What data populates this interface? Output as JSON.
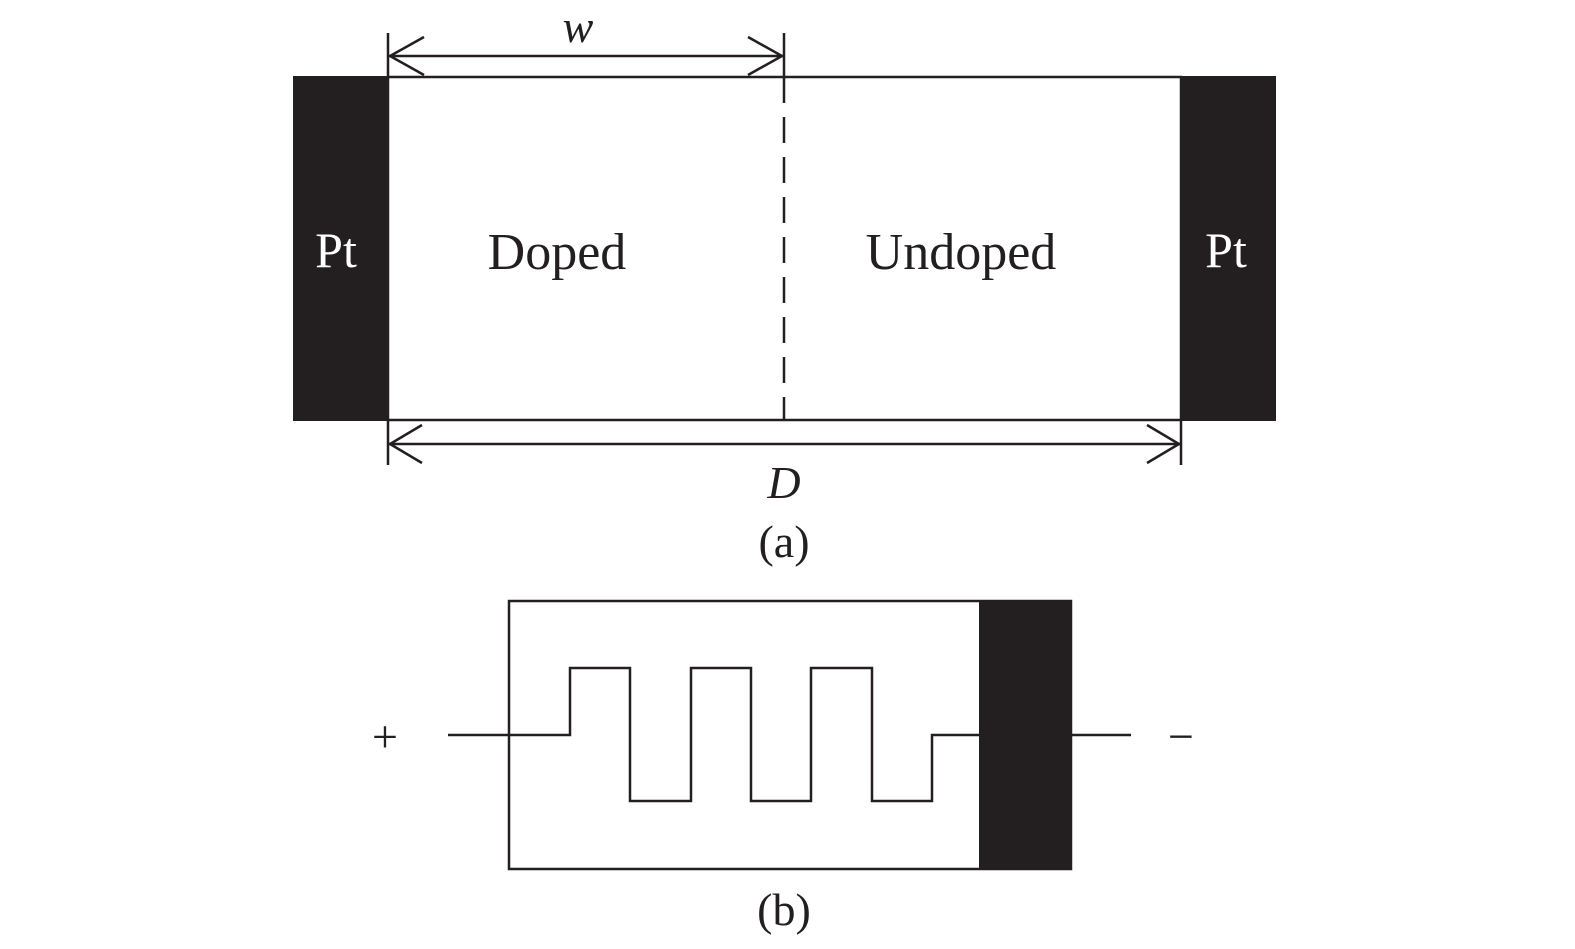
{
  "colors": {
    "line": "#231f20",
    "electrode_fill": "#231f20",
    "background": "#ffffff"
  },
  "panel_a": {
    "left_electrode_label": "Pt",
    "right_electrode_label": "Pt",
    "doped_label": "Doped",
    "undoped_label": "Undoped",
    "width_symbol": "w",
    "length_symbol": "D",
    "caption": "(a)"
  },
  "panel_b": {
    "plus_terminal": "+",
    "minus_terminal": "−",
    "caption": "(b)"
  }
}
